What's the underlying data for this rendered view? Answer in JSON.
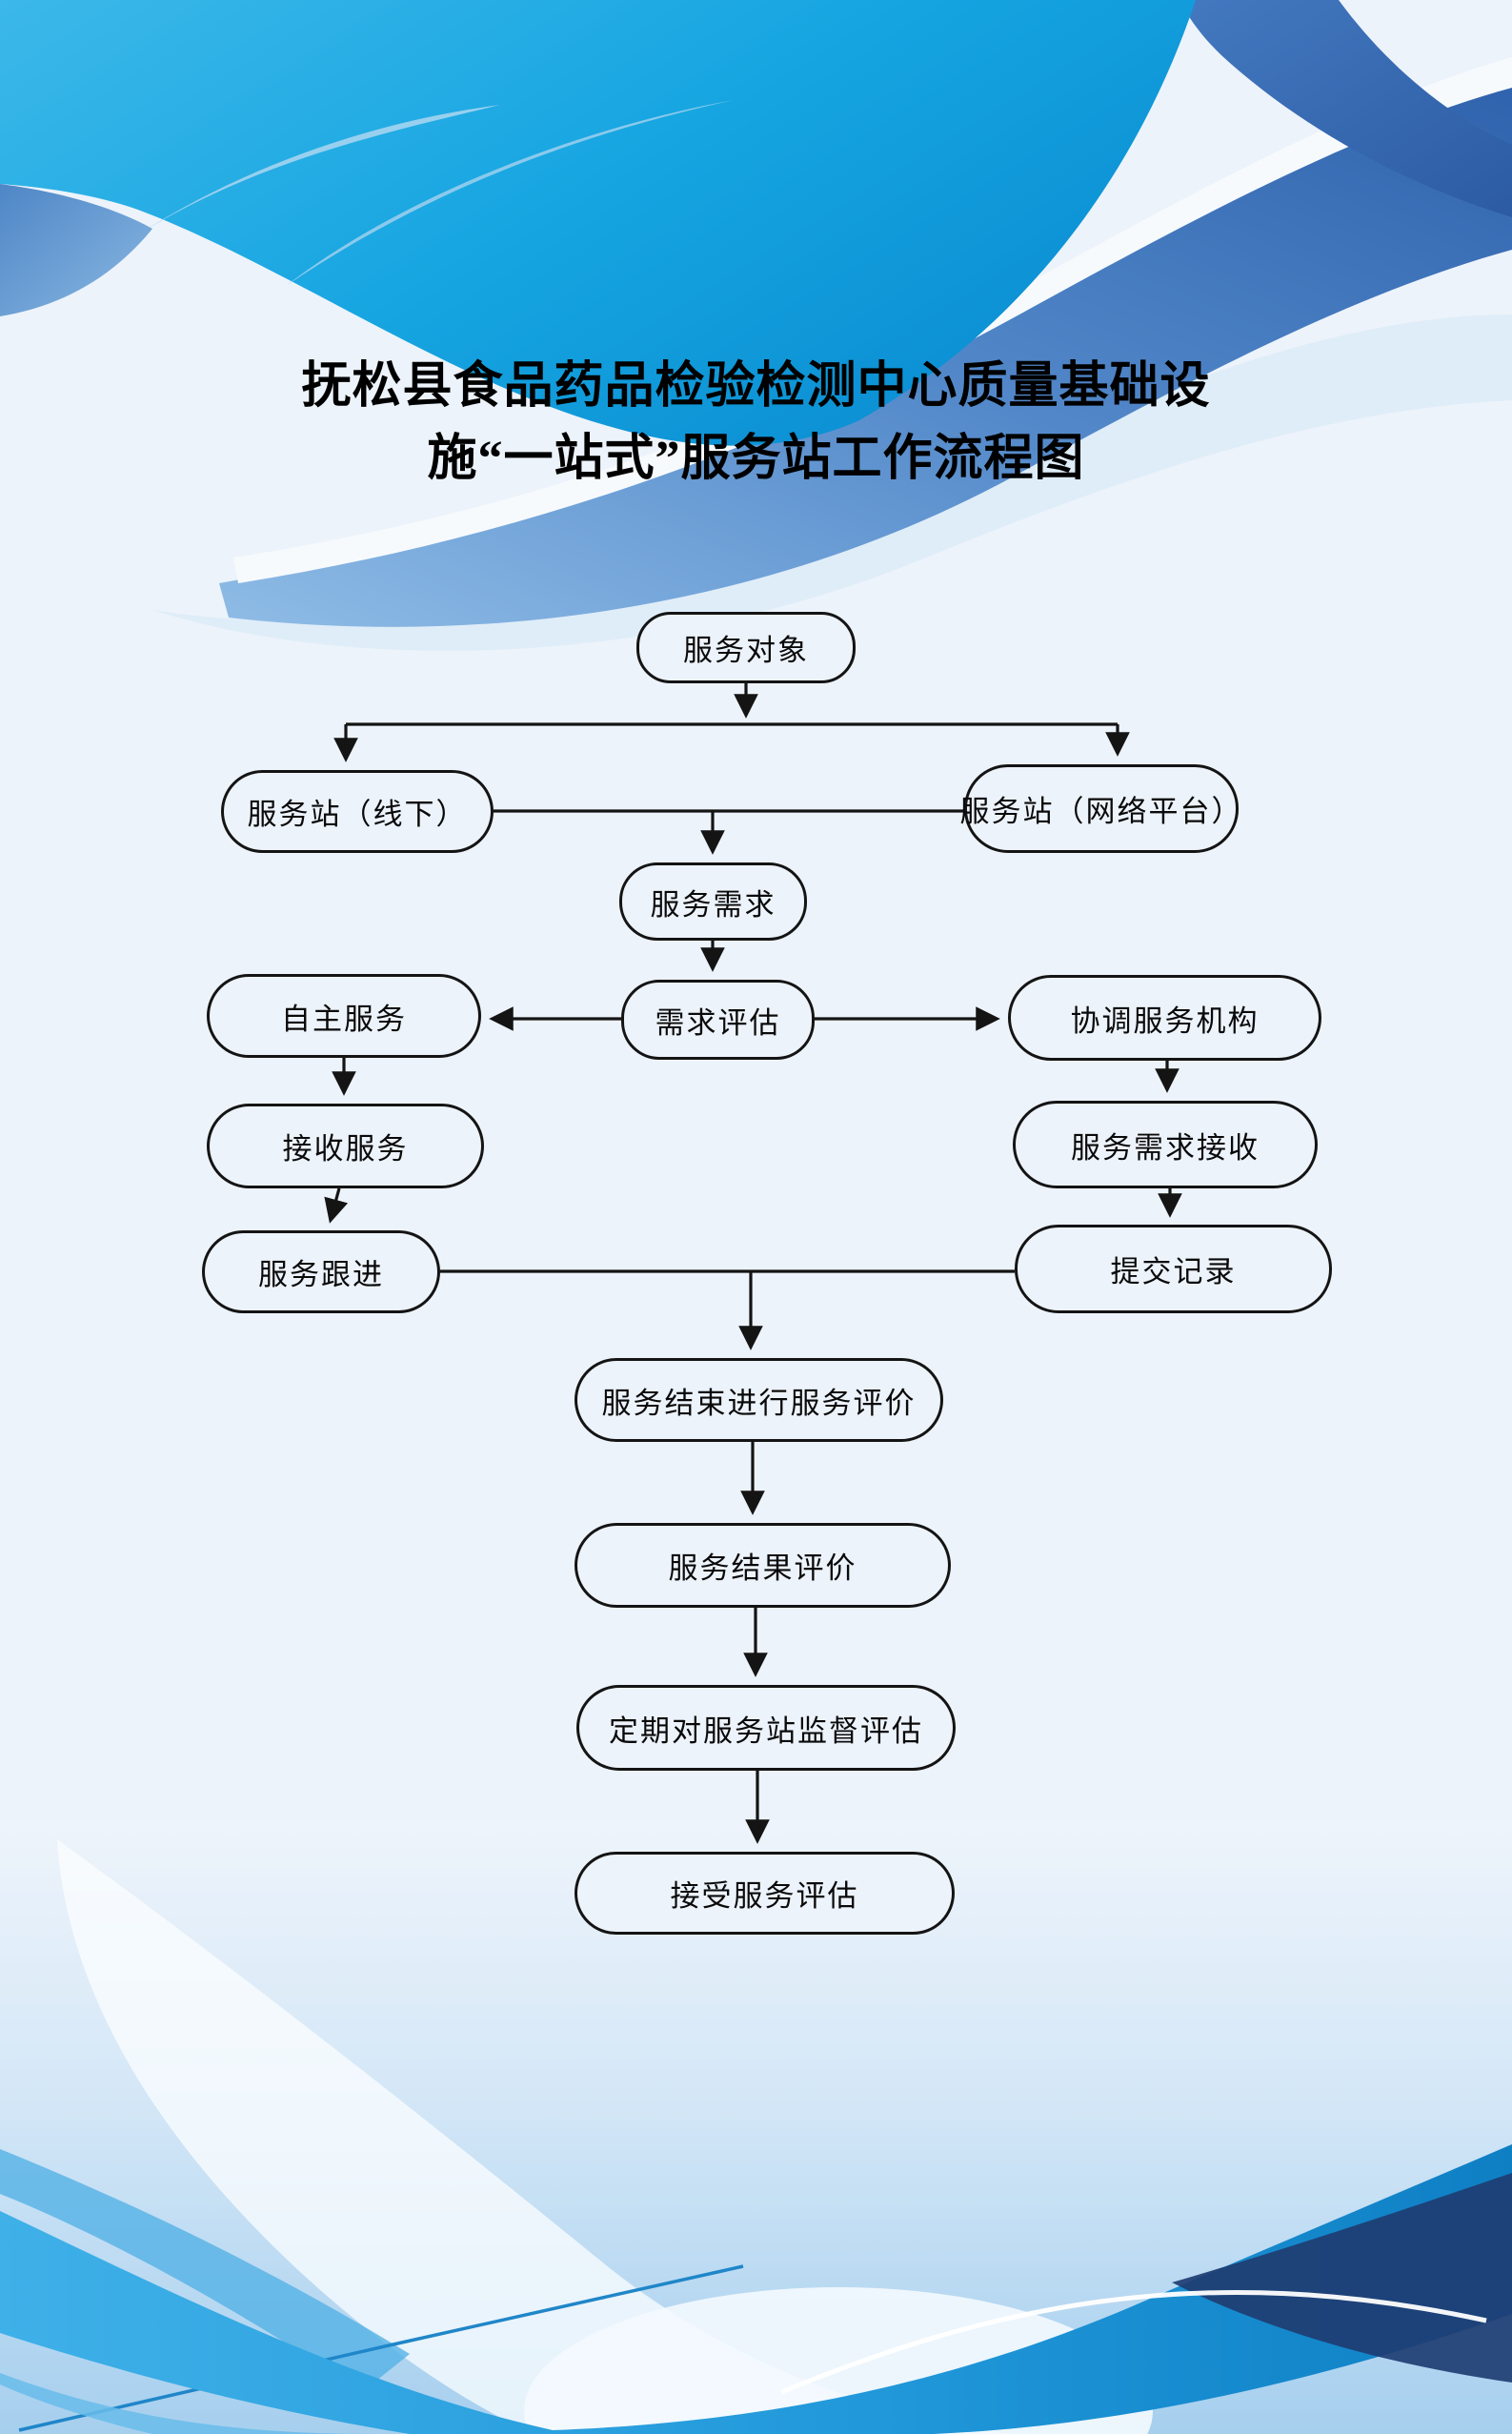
{
  "title": {
    "line1": "抚松县食品药品检验检测中心质量基础设",
    "line2": "施“一站式”服务站工作流程图"
  },
  "flowchart": {
    "nodes": [
      {
        "id": "service-target",
        "label": "服务对象"
      },
      {
        "id": "station-offline",
        "label": "服务站（线下）"
      },
      {
        "id": "station-online",
        "label": "服务站（网络平台）"
      },
      {
        "id": "service-demand",
        "label": "服务需求"
      },
      {
        "id": "demand-assessment",
        "label": "需求评估"
      },
      {
        "id": "self-service",
        "label": "自主服务"
      },
      {
        "id": "coordinate-agency",
        "label": "协调服务机构"
      },
      {
        "id": "receive-service",
        "label": "接收服务"
      },
      {
        "id": "demand-receive",
        "label": "服务需求接收"
      },
      {
        "id": "service-followup",
        "label": "服务跟进"
      },
      {
        "id": "submit-record",
        "label": "提交记录"
      },
      {
        "id": "end-evaluation",
        "label": "服务结束进行服务评价"
      },
      {
        "id": "result-evaluation",
        "label": "服务结果评价"
      },
      {
        "id": "periodic-supervision",
        "label": "定期对服务站监督评估"
      },
      {
        "id": "accept-evaluation",
        "label": "接受服务评估"
      }
    ]
  },
  "palette": {
    "cyan": "#18a6e1",
    "medium_blue": "#3b70b6",
    "navy": "#1e3d72",
    "ribbon_blue": "#2196dc",
    "background": "#edf3fb",
    "line": "#141414"
  }
}
